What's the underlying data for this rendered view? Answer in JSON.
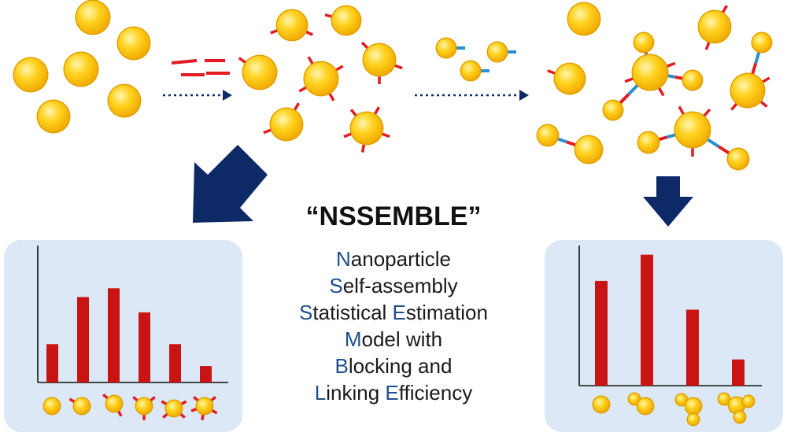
{
  "title": "“NSSEMBLE”",
  "acronym": [
    {
      "parts": [
        {
          "cap": "N",
          "rest": "anoparticle"
        }
      ]
    },
    {
      "parts": [
        {
          "cap": "S",
          "rest": "elf-assembly"
        }
      ]
    },
    {
      "parts": [
        {
          "cap": "S",
          "rest": "tatistical "
        },
        {
          "cap": "E",
          "rest": "stimation"
        }
      ]
    },
    {
      "parts": [
        {
          "cap": "M",
          "rest": "odel with"
        }
      ]
    },
    {
      "parts": [
        {
          "cap": "B",
          "rest": "locking and"
        }
      ]
    },
    {
      "parts": [
        {
          "cap": "L",
          "rest": "inking "
        },
        {
          "cap": "E",
          "rest": "fficiency"
        }
      ]
    }
  ],
  "colors": {
    "particle": "#f5b60a",
    "particle_highlight": "#fff6b0",
    "blocker": "#e31b23",
    "linker": "#2a8fd0",
    "bar": "#c91414",
    "panel": "#dce8f5",
    "arrow": "#0e2a66",
    "acronym_cap": "#1f4e8c"
  },
  "chart_data": [
    {
      "type": "bar",
      "categories": [
        "0 blockers",
        "1 blocker",
        "2 blockers",
        "3 blockers",
        "4 blockers",
        "5 blockers"
      ],
      "values": [
        0.35,
        0.78,
        0.86,
        0.64,
        0.35,
        0.15
      ],
      "ylim": [
        0,
        1.25
      ],
      "xlabel": "",
      "ylabel": "",
      "grid": false
    },
    {
      "type": "bar",
      "categories": [
        "monomer",
        "dimer",
        "trimer",
        "tetramer"
      ],
      "values": [
        0.8,
        1.0,
        0.58,
        0.2
      ],
      "ylim": [
        0,
        1.07
      ],
      "xlabel": "",
      "ylabel": "",
      "grid": false
    }
  ]
}
